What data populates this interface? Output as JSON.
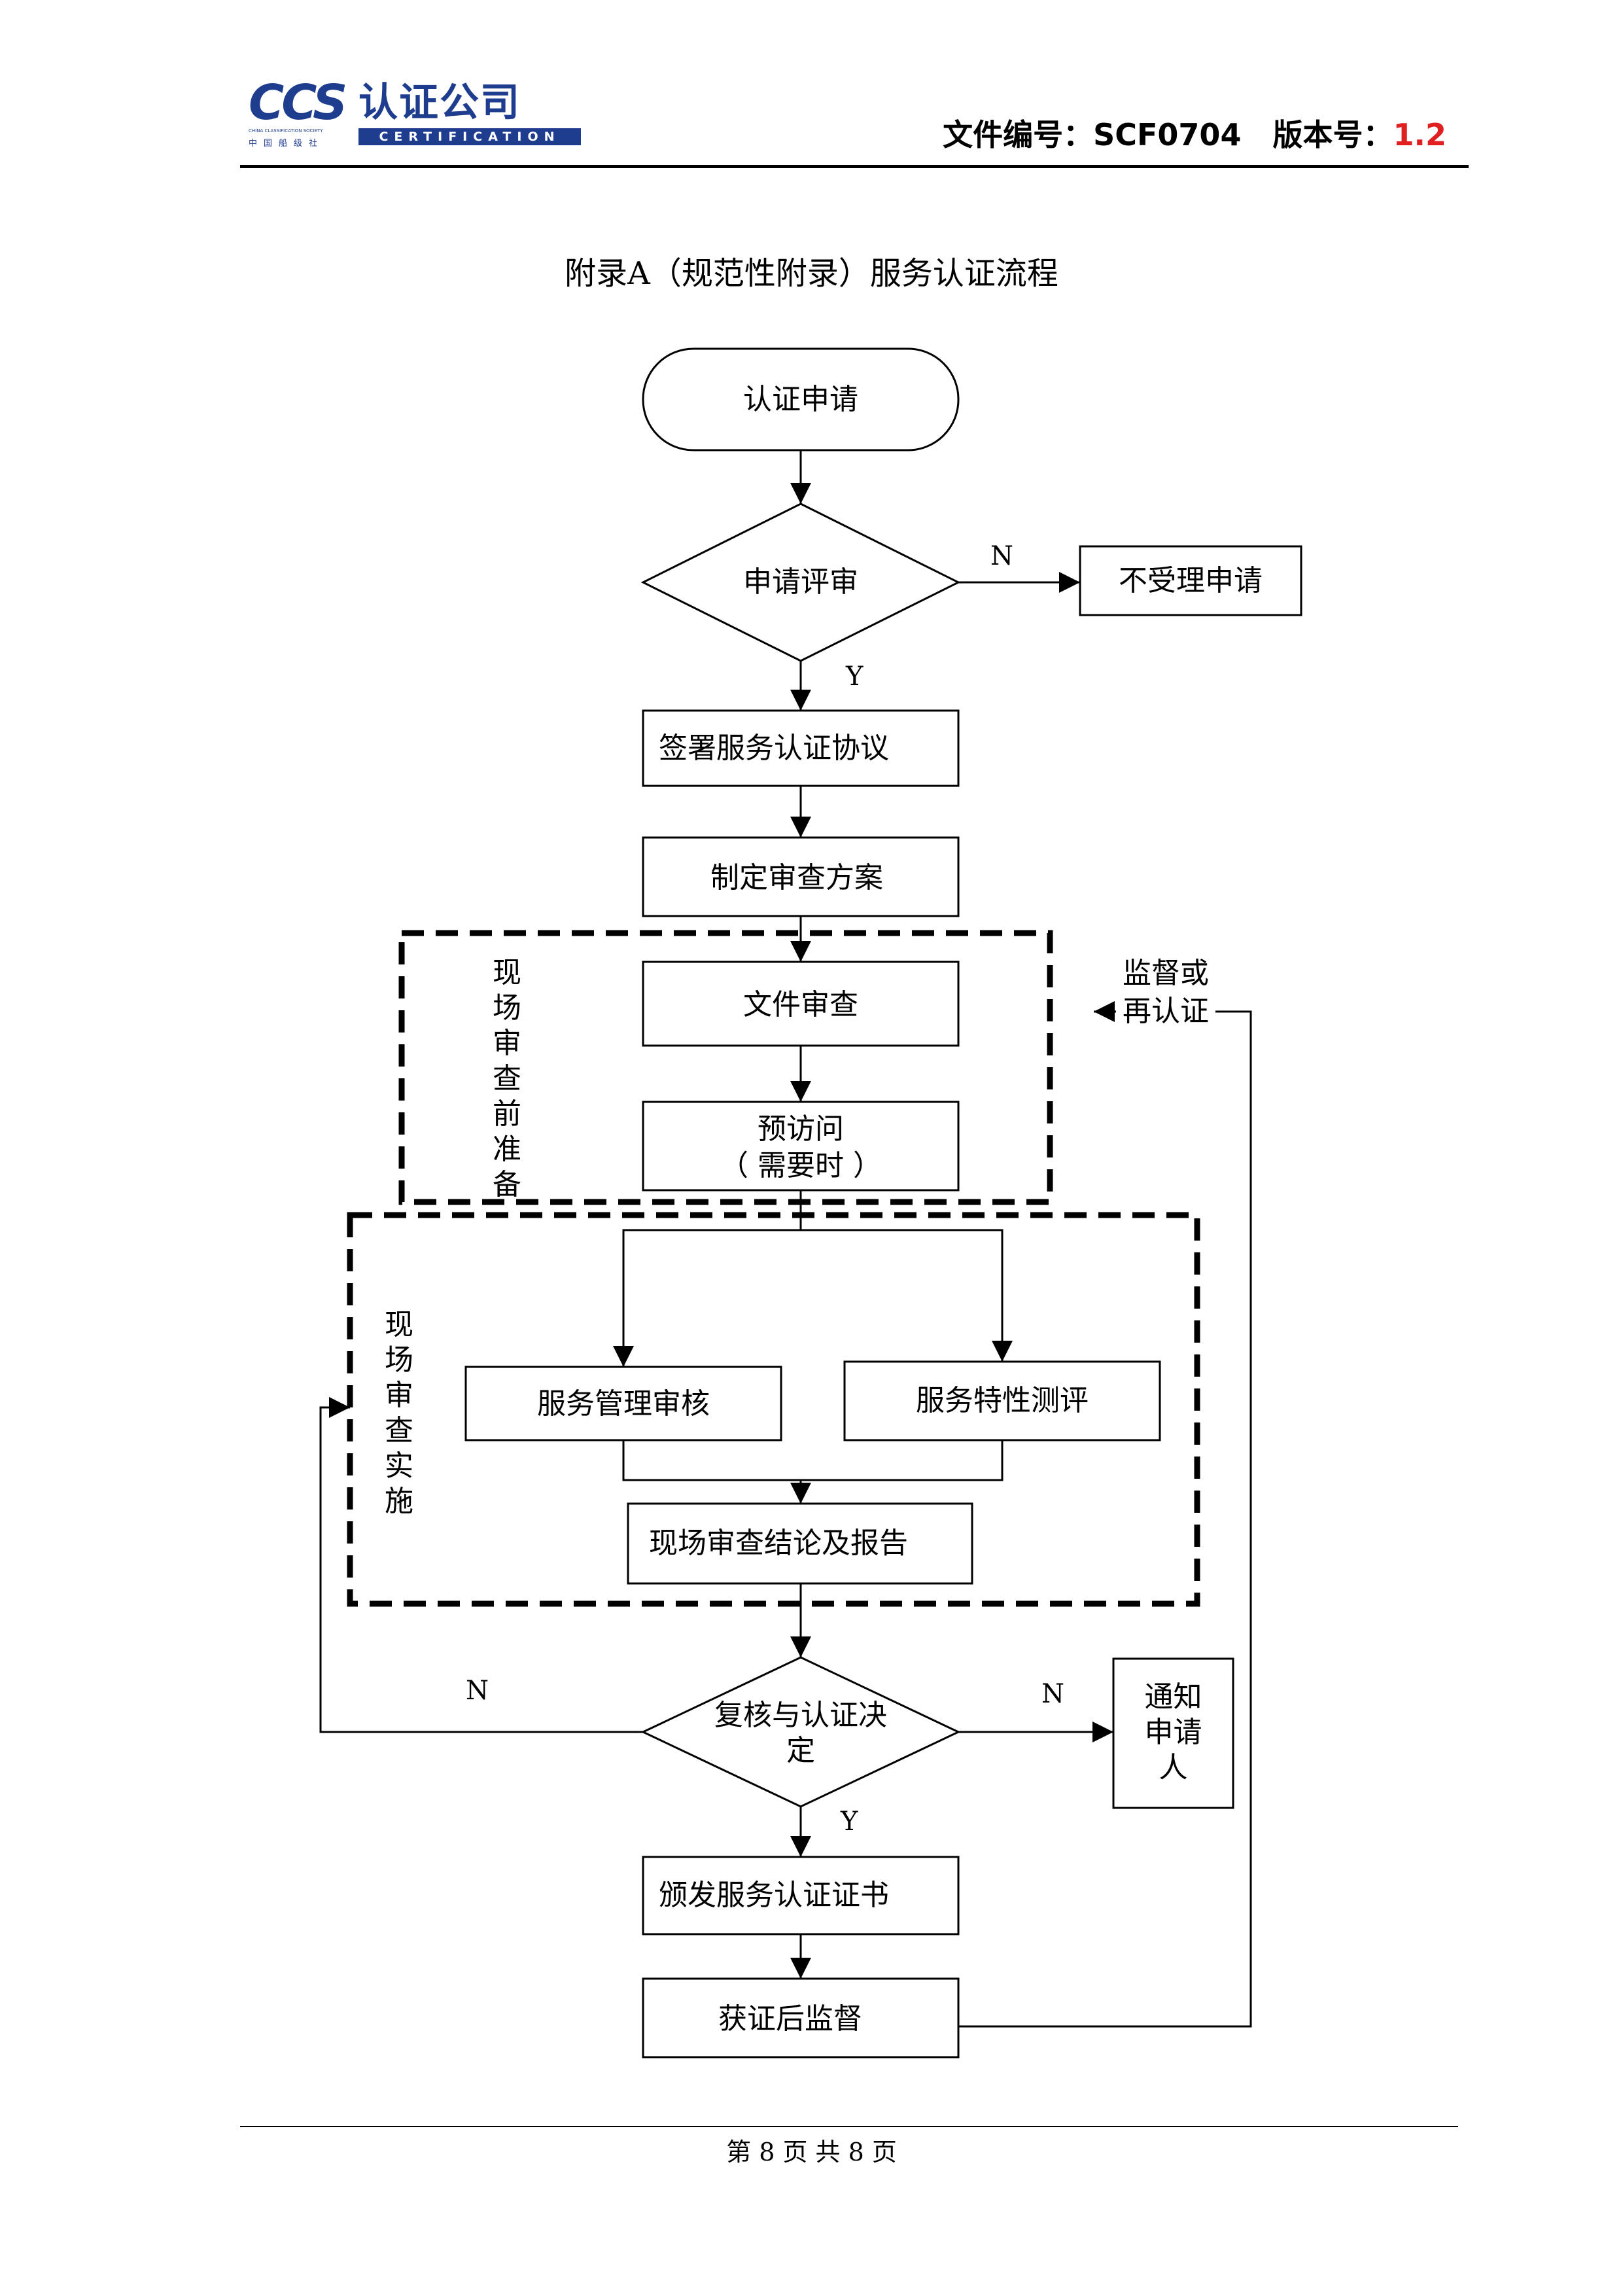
{
  "header": {
    "logo_main": "CCS",
    "logo_sub": "CHINA CLASSIFICATION SOCIETY",
    "logo_sub_cn": "中国船级社",
    "logo_cn": "认证公司",
    "logo_en": "CERTIFICATION",
    "doc_number_label": "文件编号：SCF0704",
    "version_label": "版本号：",
    "version_value": "1.2"
  },
  "title": "附录A（规范性附录）服务认证流程",
  "flow": {
    "apply": "认证申请",
    "review": "申请评审",
    "reject": "不受理申请",
    "sign": "签署服务认证协议",
    "plan": "制定审查方案",
    "doc_review": "文件审查",
    "pre_visit_line1": "预访问",
    "pre_visit_line2": "（ 需要时 ）",
    "mgmt_audit": "服务管理审核",
    "feature_eval": "服务特性测评",
    "conclusion": "现场审查结论及报告",
    "decision_line1": "复核与认证决",
    "decision_line2": "定",
    "notify_line1": "通知",
    "notify_line2": "申请",
    "notify_line3": "人",
    "issue": "颁发服务认证证书",
    "surveil": "获证后监督",
    "prep_group": "现场审查前准备",
    "impl_group": "现场审查实施",
    "surveil_recert_line1": "监督或",
    "surveil_recert_line2": "再认证",
    "n1": "N",
    "y1": "Y",
    "n2": "N",
    "n3": "N",
    "y2": "Y"
  },
  "footer": "第 8 页 共 8 页"
}
